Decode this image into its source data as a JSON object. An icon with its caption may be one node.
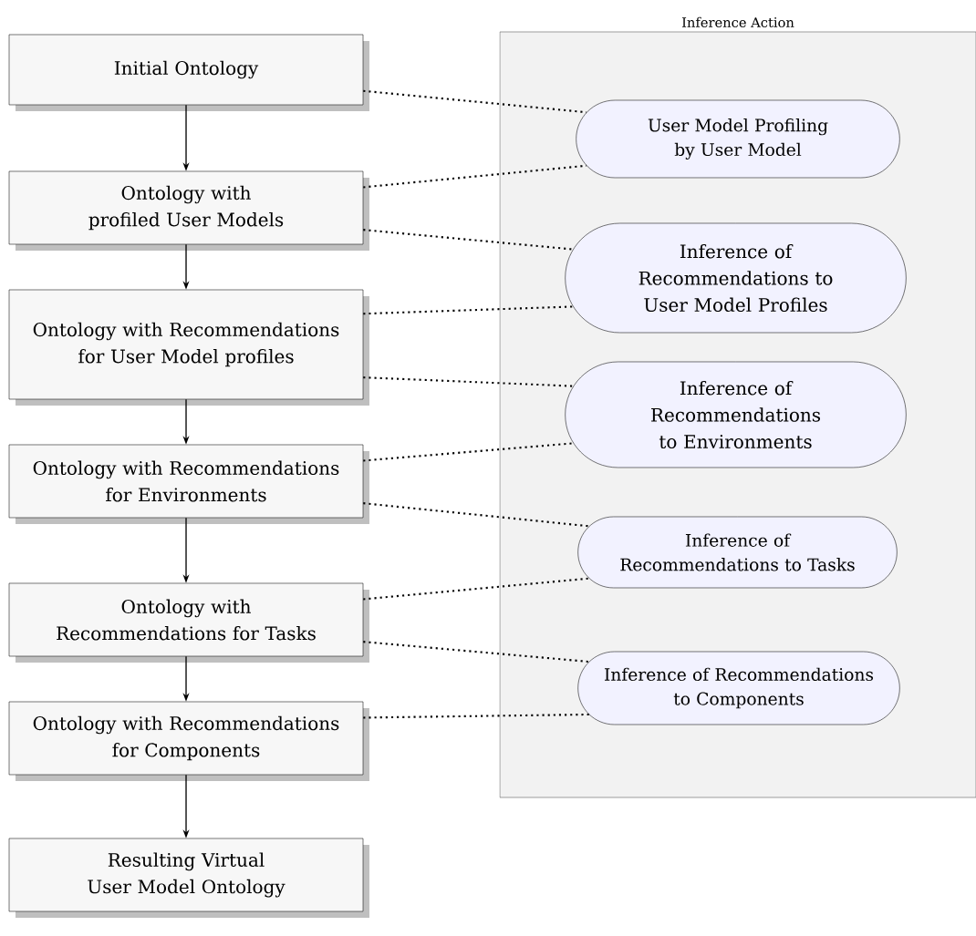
{
  "diagram": {
    "nodes": [
      {
        "text": [
          "Inference Action"
        ]
      },
      {
        "text": [
          "Initial Ontology"
        ]
      },
      {
        "text": [
          "Ontology with profiled User Models"
        ]
      },
      {
        "text": [
          "Ontology with Recommendations for User Model profiles"
        ]
      },
      {
        "text": [
          "Ontology with Recommendations for Environments"
        ]
      },
      {
        "text": [
          "Ontology with Recommendations for Tasks"
        ]
      },
      {
        "text": [
          "Ontology with Recommendations for Components"
        ]
      },
      {
        "text": [
          "Resulting Virtual User Model Ontology"
        ]
      },
      {
        "text": [
          "User Model Profiling by User Model"
        ],
        "in": 0
      },
      {
        "text": [
          "Inference of Recommendations to User Model Profiles"
        ],
        "in": 0
      },
      {
        "text": [
          "Inference of Recommendations to Environments"
        ],
        "in": 0
      },
      {
        "text": [
          "Inference of Recommendations to Tasks"
        ],
        "in": 0
      },
      {
        "text": [
          "Inference of Recommendations to Components"
        ],
        "in": 0
      }
    ],
    "edges": [
      {
        "from": 1,
        "to": 2,
        "arrow": "to"
      },
      {
        "from": 2,
        "to": 3,
        "arrow": "to"
      },
      {
        "from": 3,
        "to": 4,
        "arrow": "to"
      },
      {
        "from": 4,
        "to": 5,
        "arrow": "to"
      },
      {
        "from": 5,
        "to": 6,
        "arrow": "to"
      },
      {
        "from": 6,
        "to": 7,
        "arrow": "to"
      },
      {
        "from": 1,
        "to": 8,
        "arrow": "none",
        "style": "dashed"
      },
      {
        "from": 2,
        "to": 8,
        "arrow": "none",
        "style": "dashed"
      },
      {
        "from": 2,
        "to": 9,
        "arrow": "none",
        "style": "dashed"
      },
      {
        "from": 3,
        "to": 9,
        "arrow": "none",
        "style": "dashed"
      },
      {
        "from": 3,
        "to": 10,
        "arrow": "none",
        "style": "dashed"
      },
      {
        "from": 4,
        "to": 10,
        "arrow": "none",
        "style": "dashed"
      },
      {
        "from": 4,
        "to": 11,
        "arrow": "none",
        "style": "dashed"
      },
      {
        "from": 5,
        "to": 11,
        "arrow": "none",
        "style": "dashed"
      },
      {
        "from": 5,
        "to": 12,
        "arrow": "none",
        "style": "dashed"
      },
      {
        "from": 6,
        "to": 12,
        "arrow": "none",
        "style": "dashed"
      }
    ]
  }
}
